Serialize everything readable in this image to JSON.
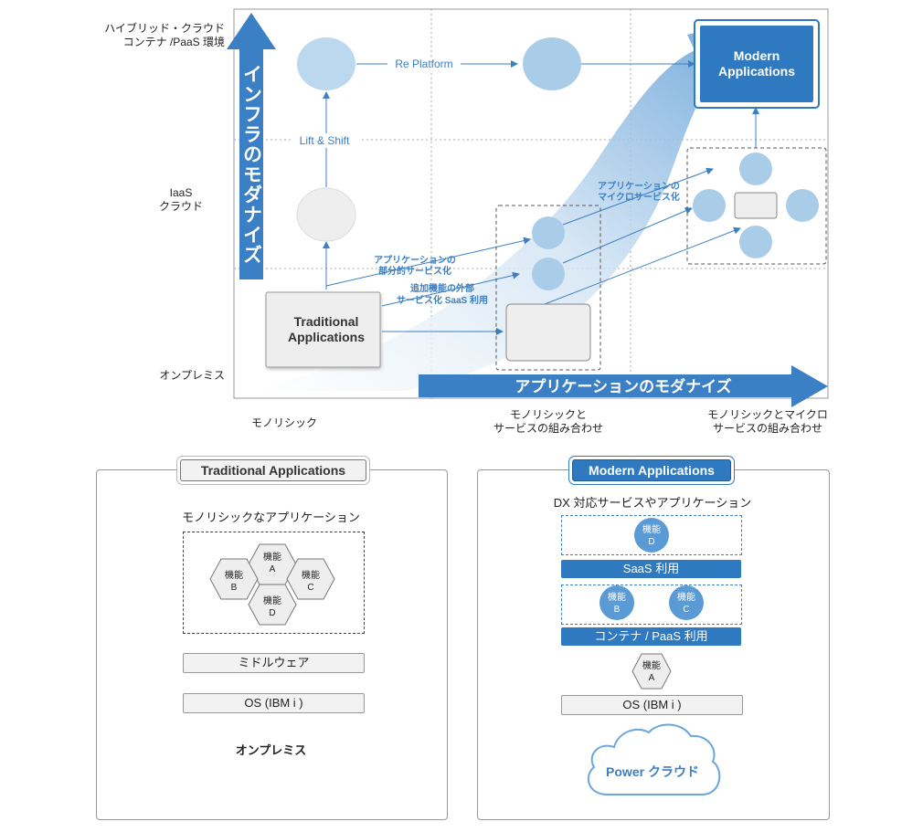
{
  "axes": {
    "y_labels": {
      "hybrid": [
        "ハイブリッド・クラウド",
        "コンテナ /PaaS 環境"
      ],
      "iaas": [
        "IaaS",
        "クラウド"
      ],
      "onprem": "オンプレミス"
    },
    "x_labels": {
      "monolithic": "モノリシック",
      "combined": [
        "モノリシックと",
        "サービスの組み合わせ"
      ],
      "micro": [
        "モノリシックとマイクロ",
        "サービスの組み合わせ"
      ]
    },
    "infra_arrow": "インフラのモダナイズ",
    "app_arrow": "アプリケーションのモダナイズ"
  },
  "diagram": {
    "traditional_box": [
      "Traditional",
      "Applications"
    ],
    "modern_box": [
      "Modern",
      "Applications"
    ],
    "re_platform": "Re Platform",
    "lift_shift": "Lift & Shift",
    "partial_service": [
      "アプリケーションの",
      "部分的サービス化"
    ],
    "external_service": [
      "追加機能の外部",
      "サービス化  SaaS 利用"
    ],
    "micro_service": [
      "アプリケーションの",
      "マイクロサービス化"
    ]
  },
  "traditional_panel": {
    "title": "Traditional Applications",
    "subtitle": "モノリシックなアプリケーション",
    "hexes": {
      "a": [
        "機能",
        "A"
      ],
      "b": [
        "機能",
        "B"
      ],
      "c": [
        "機能",
        "C"
      ],
      "d": [
        "機能",
        "D"
      ]
    },
    "middleware": "ミドルウェア",
    "os": "OS (IBM i )",
    "footer": "オンプレミス"
  },
  "modern_panel": {
    "title": "Modern Applications",
    "subtitle": "DX 対応サービスやアプリケーション",
    "circle_d": [
      "機能",
      "D"
    ],
    "saas": "SaaS 利用",
    "circle_b": [
      "機能",
      "B"
    ],
    "circle_c": [
      "機能",
      "C"
    ],
    "container": "コンテナ / PaaS 利用",
    "hex_a": [
      "機能",
      "A"
    ],
    "os": "OS (IBM i )",
    "cloud": "Power クラウド"
  },
  "colors": {
    "accent": "#2e79c0",
    "light_blue": "#a9cde8",
    "grey_fill": "#eeeeee"
  }
}
